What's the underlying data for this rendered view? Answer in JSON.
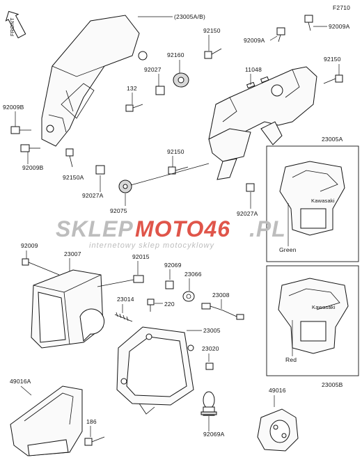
{
  "figure_code": "F2710",
  "front_label": "FRONT",
  "watermark": {
    "brand_grey": "SKLEP",
    "brand_red": "MOTO46",
    "suffix": ".PL",
    "tagline": "internetowy sklep motocyklowy"
  },
  "variants": {
    "a": {
      "code": "23005A",
      "color": "Green"
    },
    "b": {
      "code": "23005B",
      "color": "Red"
    }
  },
  "parts": {
    "p23005ab": "(23005A/B)",
    "p92150_top": "92150",
    "p92009a_1": "92009A",
    "p92009a_2": "92009A",
    "p92160": "92160",
    "p92027": "92027",
    "p11048": "11048",
    "p92150_r": "92150",
    "p132": "132",
    "p92009b_1": "92009B",
    "p92009b_2": "92009B",
    "p92150a": "92150A",
    "p92027a_l": "92027A",
    "p92150_m": "92150",
    "p92075": "92075",
    "p92027a_r": "92027A",
    "p92009": "92009",
    "p23007": "23007",
    "p92015": "92015",
    "p92069": "92069",
    "p23066": "23066",
    "p23014": "23014",
    "p220": "220",
    "p23008": "23008",
    "p23005": "23005",
    "p23020": "23020",
    "p49016a": "49016A",
    "p186": "186",
    "p92069a": "92069A",
    "p49016": "49016"
  },
  "colors": {
    "ink": "#111111",
    "watermark_grey": "#bdbdbd",
    "watermark_red": "#e0554a"
  }
}
